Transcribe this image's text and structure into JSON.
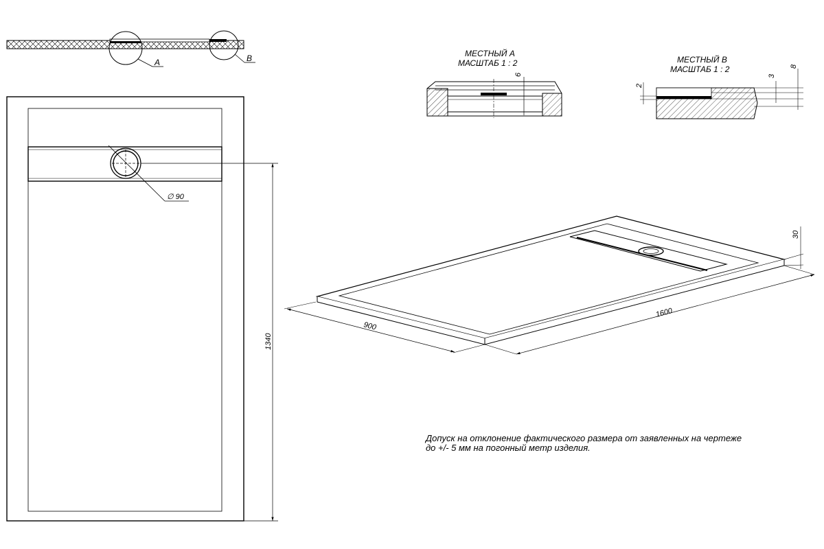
{
  "section_labels": {
    "a": "A",
    "b": "B"
  },
  "detail_a": {
    "title": "МЕСТНЫЙ А",
    "scale": "МАСШТАБ 1 : 2",
    "dim": "6"
  },
  "detail_b": {
    "title": "МЕСТНЫЙ В",
    "scale": "МАСШТАБ 1 : 2",
    "dim_left": "2",
    "dim_mid": "3",
    "dim_right": "8"
  },
  "plan": {
    "diameter_label": "∅ 90",
    "height_dim": "1340"
  },
  "iso": {
    "depth_dim": "900",
    "length_dim": "1600",
    "height_dim": "30"
  },
  "note": "Допуск на отклонение фактического размера от заявленных на чертеже до +/- 5 мм на погонный метр изделия."
}
